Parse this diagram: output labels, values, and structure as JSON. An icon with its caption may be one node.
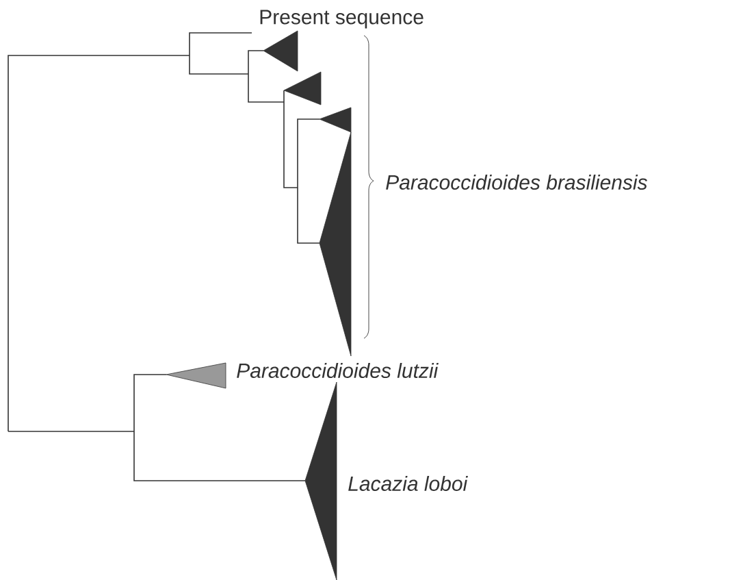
{
  "diagram": {
    "labels": [
      "Present sequence",
      "Paracoccidioides brasiliensis",
      "Paracoccidioides lutzii",
      "Lacazia loboi"
    ]
  }
}
